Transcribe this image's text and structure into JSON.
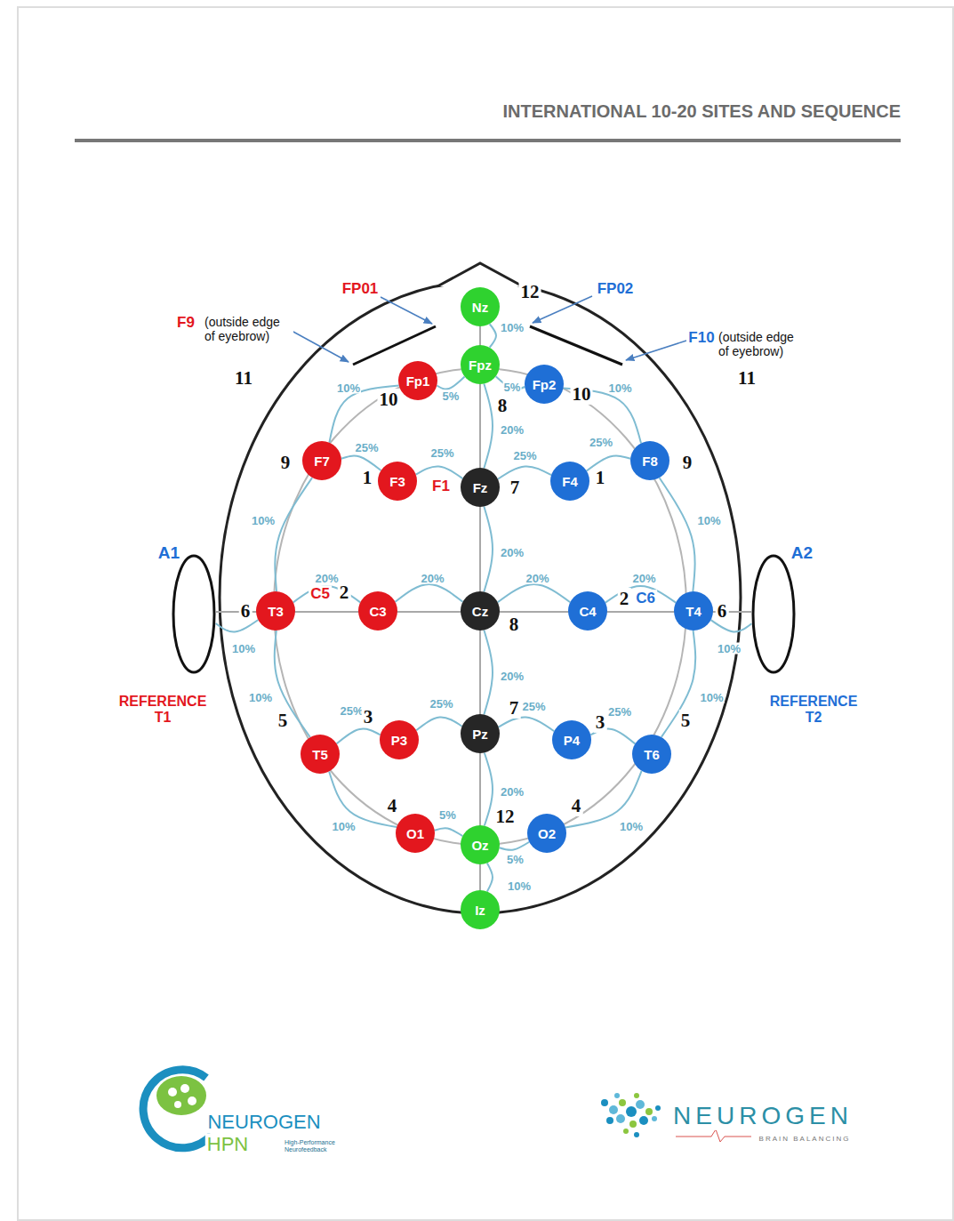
{
  "diagram": {
    "title": "INTERNATIONAL 10-20 SITES AND SEQUENCE",
    "nodes": [
      {
        "text": [
          "Nz"
        ]
      },
      {
        "text": [
          "Fpz"
        ]
      },
      {
        "text": [
          "Fp1"
        ]
      },
      {
        "text": [
          "Fp2"
        ]
      },
      {
        "text": [
          "F7"
        ]
      },
      {
        "text": [
          "F3"
        ]
      },
      {
        "text": [
          "Fz"
        ]
      },
      {
        "text": [
          "F4"
        ]
      },
      {
        "text": [
          "F8"
        ]
      },
      {
        "text": [
          "A1"
        ]
      },
      {
        "text": [
          "T3"
        ]
      },
      {
        "text": [
          "C3"
        ]
      },
      {
        "text": [
          "Cz"
        ]
      },
      {
        "text": [
          "C4"
        ]
      },
      {
        "text": [
          "T4"
        ]
      },
      {
        "text": [
          "A2"
        ]
      },
      {
        "text": [
          "T5"
        ]
      },
      {
        "text": [
          "P3"
        ]
      },
      {
        "text": [
          "Pz"
        ]
      },
      {
        "text": [
          "P4"
        ]
      },
      {
        "text": [
          "T6"
        ]
      },
      {
        "text": [
          "O1"
        ]
      },
      {
        "text": [
          "Oz"
        ]
      },
      {
        "text": [
          "O2"
        ]
      },
      {
        "text": [
          "Iz"
        ]
      }
    ],
    "edges": [
      {
        "from": 0,
        "to": 1,
        "arrow": "none",
        "label": "10%"
      },
      {
        "from": 1,
        "to": 2,
        "arrow": "none",
        "label": "5%"
      },
      {
        "from": 1,
        "to": 3,
        "arrow": "none",
        "label": "5%"
      },
      {
        "from": 2,
        "to": 4,
        "arrow": "none",
        "label": "10%"
      },
      {
        "from": 3,
        "to": 8,
        "arrow": "none",
        "label": "10%"
      },
      {
        "from": 4,
        "to": 5,
        "arrow": "none",
        "label": "25%"
      },
      {
        "from": 5,
        "to": 6,
        "arrow": "none",
        "label": "25%"
      },
      {
        "from": 6,
        "to": 7,
        "arrow": "none",
        "label": "25%"
      },
      {
        "from": 7,
        "to": 8,
        "arrow": "none",
        "label": "25%"
      },
      {
        "from": 1,
        "to": 6,
        "arrow": "none",
        "label": "20%"
      },
      {
        "from": 4,
        "to": 10,
        "arrow": "none",
        "label": "10%"
      },
      {
        "from": 8,
        "to": 14,
        "arrow": "none",
        "label": "10%"
      },
      {
        "from": 9,
        "to": 10,
        "arrow": "none",
        "label": "10%"
      },
      {
        "from": 10,
        "to": 11,
        "arrow": "none",
        "label": "20%"
      },
      {
        "from": 11,
        "to": 12,
        "arrow": "none",
        "label": "20%"
      },
      {
        "from": 12,
        "to": 13,
        "arrow": "none",
        "label": "20%"
      },
      {
        "from": 13,
        "to": 14,
        "arrow": "none",
        "label": "20%"
      },
      {
        "from": 14,
        "to": 15,
        "arrow": "none",
        "label": "10%"
      },
      {
        "from": 6,
        "to": 12,
        "arrow": "none",
        "label": "20%"
      },
      {
        "from": 12,
        "to": 18,
        "arrow": "none",
        "label": "20%"
      },
      {
        "from": 10,
        "to": 16,
        "arrow": "none",
        "label": "10%"
      },
      {
        "from": 14,
        "to": 20,
        "arrow": "none",
        "label": "10%"
      },
      {
        "from": 16,
        "to": 17,
        "arrow": "none",
        "label": "25%"
      },
      {
        "from": 17,
        "to": 18,
        "arrow": "none",
        "label": "25%"
      },
      {
        "from": 18,
        "to": 19,
        "arrow": "none",
        "label": "25%"
      },
      {
        "from": 19,
        "to": 20,
        "arrow": "none",
        "label": "25%"
      },
      {
        "from": 18,
        "to": 22,
        "arrow": "none",
        "label": "20%"
      },
      {
        "from": 16,
        "to": 21,
        "arrow": "none",
        "label": "10%"
      },
      {
        "from": 20,
        "to": 23,
        "arrow": "none",
        "label": "10%"
      },
      {
        "from": 21,
        "to": 22,
        "arrow": "none",
        "label": "5%"
      },
      {
        "from": 23,
        "to": 22,
        "arrow": "none",
        "label": "5%"
      },
      {
        "from": 22,
        "to": 24,
        "arrow": "none",
        "label": "10%"
      }
    ],
    "labels": [
      "FP01",
      "12",
      "FP02",
      "F9",
      "(outside edge of eyebrow)",
      "F10",
      "(outside edge of eyebrow)",
      "11",
      "11",
      "10",
      "8",
      "10",
      "9",
      "1",
      "F1",
      "7",
      "1",
      "9",
      "6",
      "C5",
      "2",
      "8",
      "2",
      "C6",
      "6",
      "REFERENCE T1",
      "5",
      "3",
      "7",
      "3",
      "5",
      "REFERENCE T2",
      "4",
      "12",
      "4",
      "NEUROGEN",
      "HPN",
      "High-Performance Neurofeedback",
      "NEUROGEN",
      "BRAIN BALANCING"
    ]
  }
}
